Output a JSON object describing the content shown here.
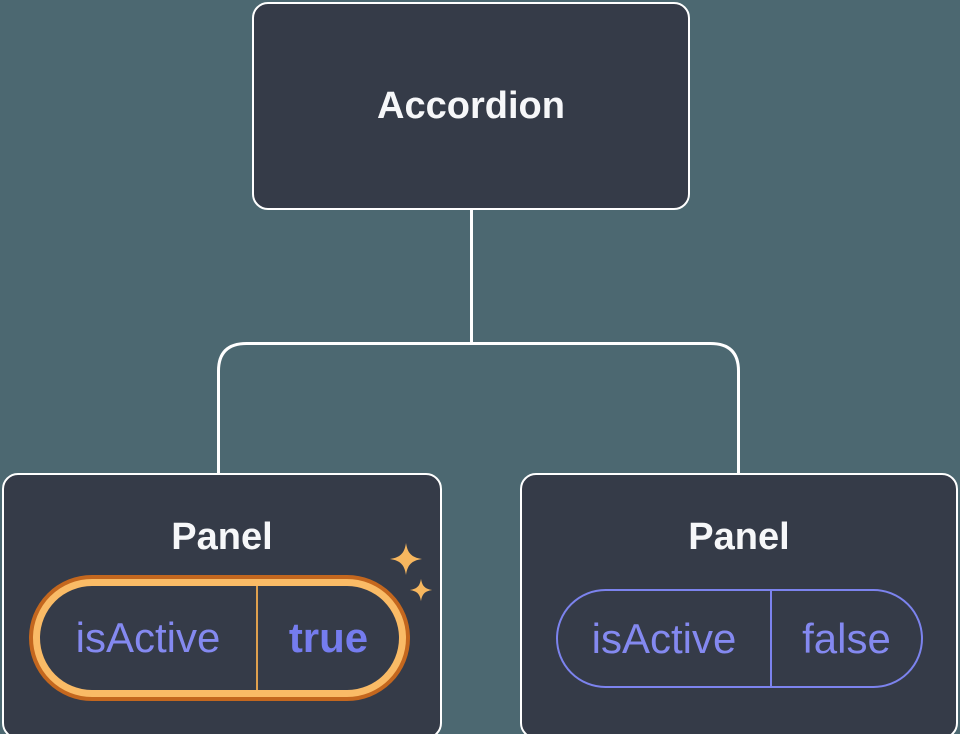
{
  "diagram": {
    "root": {
      "label": "Accordion"
    },
    "panels": [
      {
        "label": "Panel",
        "prop_name": "isActive",
        "prop_value": "true",
        "highlighted": true
      },
      {
        "label": "Panel",
        "prop_name": "isActive",
        "prop_value": "false",
        "highlighted": false
      }
    ]
  },
  "icons": {
    "sparkle": "sparkle-icon"
  },
  "colors": {
    "background": "#4C6871",
    "node_fill": "#353B48",
    "node_border": "#FFFFFF",
    "connector": "#FFFFFF",
    "title_text": "#F6F7F9",
    "prop_text": "#8489F0",
    "prop_value_active_text": "#757CEE",
    "pill_border_inactive": "#7C83EE",
    "highlight_ring_outer": "#C4671E",
    "highlight_ring_inner": "#FABB66",
    "highlight_divider": "#DFA04E",
    "sparkle": "#F7B75F"
  }
}
